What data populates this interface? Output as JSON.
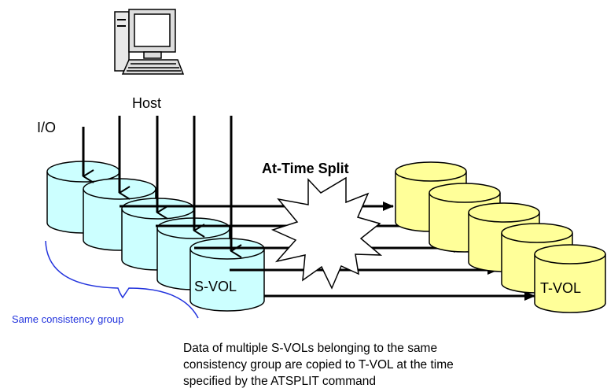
{
  "labels": {
    "host": "Host",
    "io": "I/O",
    "at_time_split": "At-Time Split",
    "svol": "S-VOL",
    "tvol": "T-VOL",
    "same_group": "Same consistency group"
  },
  "caption": {
    "lines": [
      "Data of multiple S-VOLs belonging to the same",
      "consistency group are copied to T-VOL at the time",
      "specified by the ATSPLIT command"
    ]
  },
  "colors": {
    "svol_fill": "#ccffff",
    "tvol_fill": "#ffff99",
    "bracket": "#2233dd",
    "ink": "#000000"
  },
  "icons": {
    "host": "desktop-computer-icon",
    "split": "starburst-icon"
  }
}
